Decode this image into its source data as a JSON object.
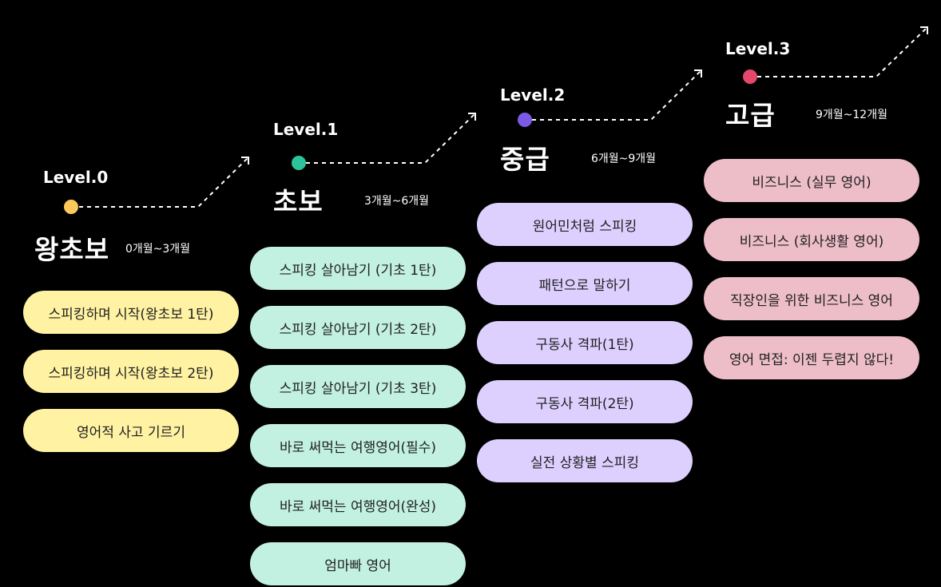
{
  "colors": {
    "level0": "#FDC85A",
    "level1": "#2DC39A",
    "level2": "#7B5BE5",
    "level3": "#E5486B",
    "pill0": "#FFF2A3",
    "pill1": "#C2F0E1",
    "pill2": "#DDD0FF",
    "pill3": "#EDBDC8"
  },
  "levels": [
    {
      "label": "Level.0",
      "title": "왕초보",
      "duration": "0개월~3개월",
      "items": [
        "스피킹하며 시작(왕초보 1탄)",
        "스피킹하며 시작(왕초보 2탄)",
        "영어적 사고 기르기"
      ]
    },
    {
      "label": "Level.1",
      "title": "초보",
      "duration": "3개월~6개월",
      "items": [
        "스피킹 살아남기 (기초 1탄)",
        "스피킹 살아남기 (기초 2탄)",
        "스피킹 살아남기 (기초 3탄)",
        "바로 써먹는 여행영어(필수)",
        "바로 써먹는 여행영어(완성)",
        "엄마빠 영어"
      ]
    },
    {
      "label": "Level.2",
      "title": "중급",
      "duration": "6개월~9개월",
      "items": [
        "원어민처럼 스피킹",
        "패턴으로 말하기",
        "구동사 격파(1탄)",
        "구동사 격파(2탄)",
        "실전 상황별 스피킹"
      ]
    },
    {
      "label": "Level.3",
      "title": "고급",
      "duration": "9개월~12개월",
      "items": [
        "비즈니스 (실무 영어)",
        "비즈니스 (회사생활 영어)",
        "직장인을 위한 비즈니스 영어",
        "영어 면접: 이젠 두렵지 않다!"
      ]
    }
  ]
}
